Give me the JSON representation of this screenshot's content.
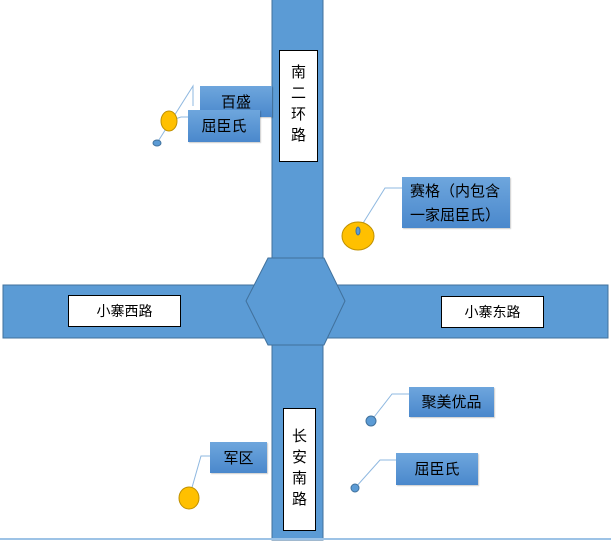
{
  "colors": {
    "road": "#5b9bd5",
    "road_border": "#41719c",
    "marker_gold": "#ffc000",
    "marker_blue": "#5b9bd5"
  },
  "roads": {
    "north": "南二环路",
    "west": "小寨西路",
    "east": "小寨东路",
    "south": "长安南路"
  },
  "places": {
    "baisheng": "百盛",
    "watsons_nw": "屈臣氏",
    "saige": "赛格（内包含一家屈臣氏）",
    "jumei": "聚美优品",
    "watsons_se": "屈臣氏",
    "junqu": "军区"
  }
}
